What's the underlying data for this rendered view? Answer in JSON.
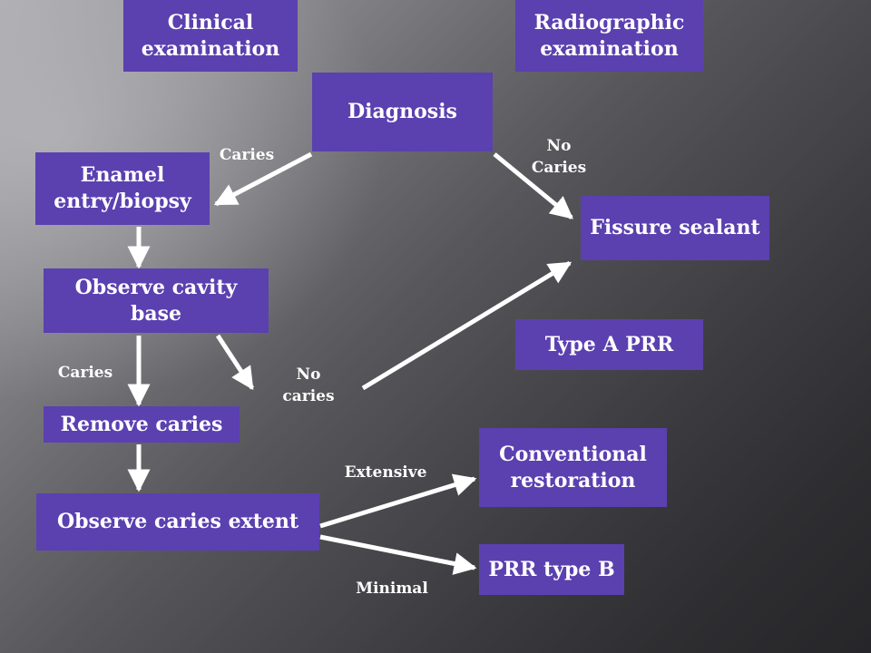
{
  "nodes": {
    "clinical_examination": "Clinical examination",
    "radiographic_examination": "Radiographic examination",
    "diagnosis": "Diagnosis",
    "enamel_entry_biopsy": "Enamel entry/biopsy",
    "fissure_sealant": "Fissure sealant",
    "observe_cavity_base": "Observe cavity base",
    "type_a_prr": "Type A PRR",
    "remove_caries": "Remove caries",
    "conventional_restoration": "Conventional restoration",
    "observe_caries_extent": "Observe caries extent",
    "prr_type_b": "PRR type B"
  },
  "edge_labels": {
    "diagnosis_caries": "Caries",
    "diagnosis_no_caries": "No Caries",
    "cavity_caries": "Caries",
    "cavity_no_caries": "No caries",
    "extent_extensive": "Extensive",
    "extent_minimal": "Minimal"
  },
  "colors": {
    "box_fill": "#5b40b0",
    "text": "#ffffff",
    "arrow": "#ffffff"
  }
}
